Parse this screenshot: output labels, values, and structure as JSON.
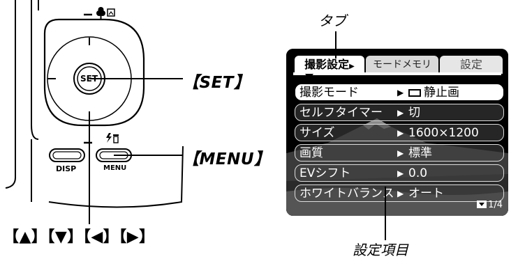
{
  "camera": {
    "set_button_text": "SET",
    "disp_button_text": "DISP",
    "menu_button_text": "MENU",
    "labels": {
      "set": "【SET】",
      "menu": "【MENU】",
      "arrows": "【▲】【▼】【◀】【▶】"
    },
    "icons": [
      "macro-icon",
      "playback-icon",
      "flash-icon",
      "trash-icon"
    ]
  },
  "lcd": {
    "tabs": [
      {
        "label": "撮影設定",
        "active": true
      },
      {
        "label": "モードメモリ",
        "active": false
      },
      {
        "label": "設定",
        "active": false
      }
    ],
    "tab_arrow": "▶",
    "rows": [
      {
        "label": "撮影モード",
        "arrow": "▶",
        "value": "静止画",
        "selected": true,
        "icon": "still-frame-icon"
      },
      {
        "label": "セルフタイマー",
        "arrow": "▶",
        "value": "切",
        "selected": false
      },
      {
        "label": "サイズ",
        "arrow": "▶",
        "value": "1600×1200",
        "selected": false
      },
      {
        "label": "画質",
        "arrow": "▶",
        "value": "標準",
        "selected": false
      },
      {
        "label": "EVシフト",
        "arrow": "▶",
        "value": "0.0",
        "selected": false
      },
      {
        "label": "ホワイトバランス",
        "arrow": "▶",
        "value": "オート",
        "selected": false
      }
    ],
    "page_indicator": "1/4"
  },
  "callouts": {
    "tab": "タブ",
    "setting_item": "設定項目"
  },
  "colors": {
    "lcd_background": "#000000",
    "row_fill": "#464646",
    "selected_row": "#ffffff"
  }
}
